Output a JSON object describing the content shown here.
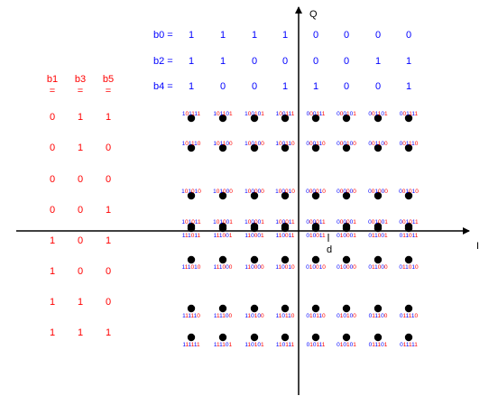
{
  "axes": {
    "x_label": "I",
    "y_label": "Q",
    "spacing_label": "d"
  },
  "colors": {
    "blue": "#0000ff",
    "red": "#ff0000",
    "axis": "#000000",
    "dot": "#000000"
  },
  "column_bits": [
    {
      "name": "b0 =",
      "values": [
        "1",
        "1",
        "1",
        "1",
        "0",
        "0",
        "0",
        "0"
      ]
    },
    {
      "name": "b2 =",
      "values": [
        "1",
        "1",
        "0",
        "0",
        "0",
        "0",
        "1",
        "1"
      ]
    },
    {
      "name": "b4 =",
      "values": [
        "1",
        "0",
        "0",
        "1",
        "1",
        "0",
        "0",
        "1"
      ]
    }
  ],
  "row_bits": {
    "headers": [
      "b1",
      "b3",
      "b5"
    ],
    "equals": "=",
    "rows": [
      [
        "0",
        "1",
        "1"
      ],
      [
        "0",
        "1",
        "0"
      ],
      [
        "0",
        "0",
        "0"
      ],
      [
        "0",
        "0",
        "1"
      ],
      [
        "1",
        "0",
        "1"
      ],
      [
        "1",
        "0",
        "0"
      ],
      [
        "1",
        "1",
        "0"
      ],
      [
        "1",
        "1",
        "1"
      ]
    ]
  },
  "constellation": {
    "columns": 8,
    "rows": 8,
    "symbol_count": 64
  }
}
